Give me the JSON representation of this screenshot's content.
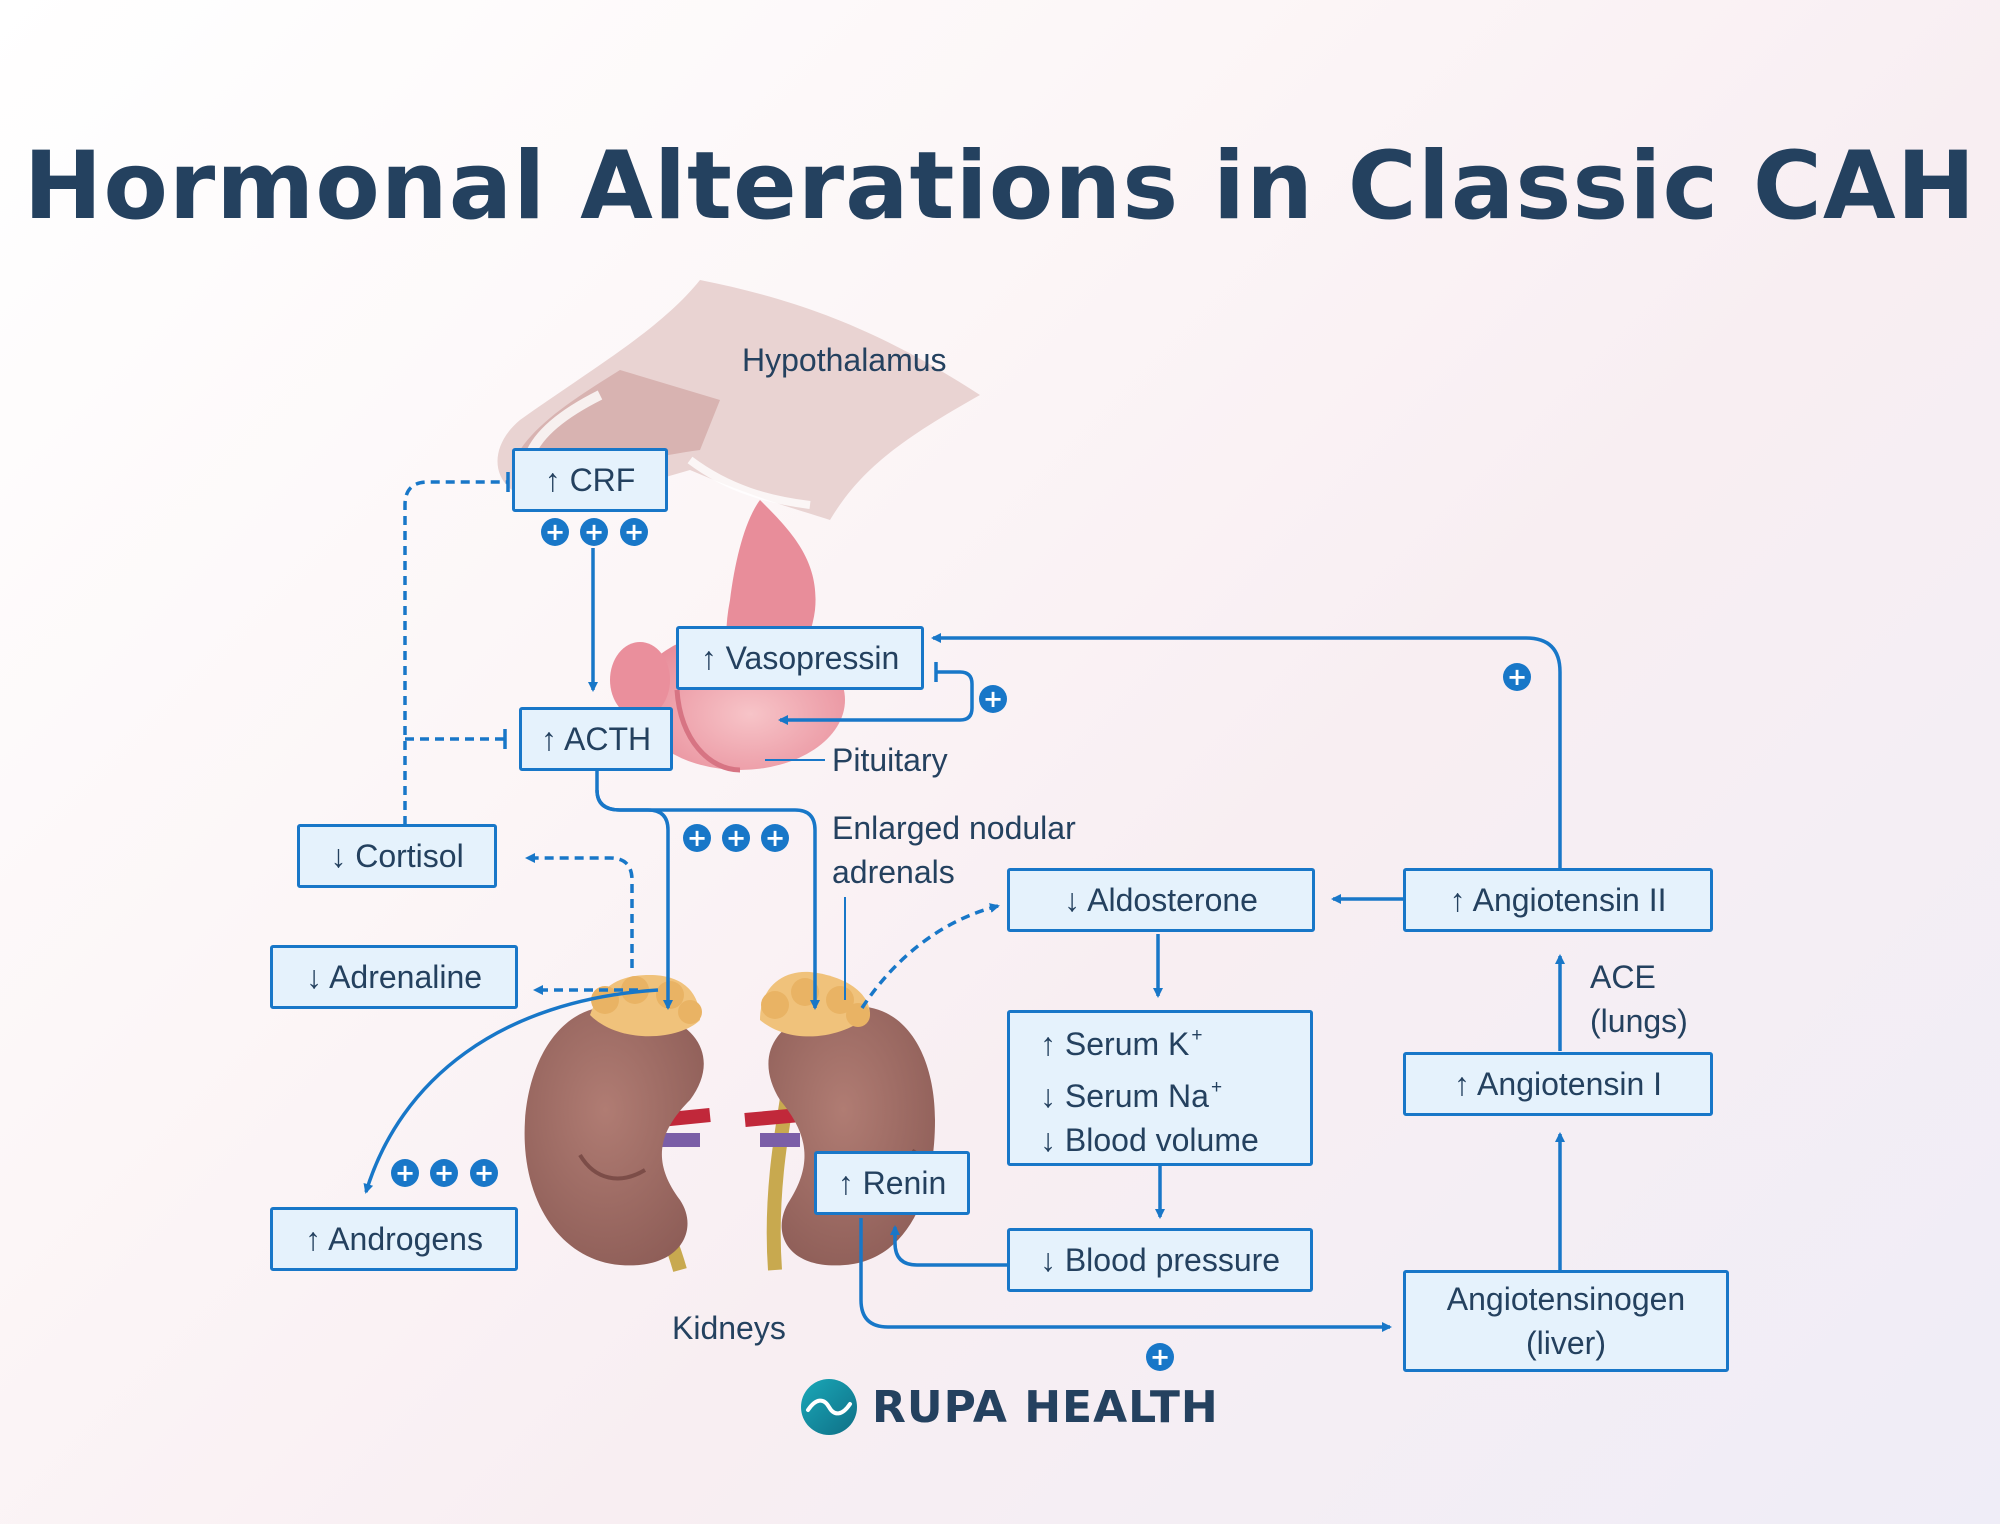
{
  "title": "Hormonal Alterations in Classic CAH",
  "labels": {
    "hypothalamus": "Hypothalamus",
    "pituitary": "Pituitary",
    "enlarged_adrenals_1": "Enlarged nodular",
    "enlarged_adrenals_2": "adrenals",
    "kidneys": "Kidneys",
    "ace_1": "ACE",
    "ace_2": "(lungs)"
  },
  "boxes": {
    "crf": "↑ CRF",
    "vasopressin": "↑ Vasopressin",
    "acth": "↑ ACTH",
    "cortisol": "↓ Cortisol",
    "adrenaline": "↓ Adrenaline",
    "androgens": "↑ Androgens",
    "aldosterone": "↓ Aldosterone",
    "angiotensin_2": "↑ Angiotensin II",
    "angiotensin_1": "↑ Angiotensin I",
    "serum_k": "↑ Serum K",
    "serum_na": "↓ Serum Na",
    "blood_volume": "↓ Blood volume",
    "ion_charge": "+",
    "renin": "↑ Renin",
    "blood_pressure": "↓ Blood pressure",
    "angiotensinogen_1": "Angiotensinogen",
    "angiotensinogen_2": "(liver)"
  },
  "plus_symbol": "+",
  "brand": "RUPA HEALTH",
  "colors": {
    "title": "#24415f",
    "accent": "#1877c8",
    "box_fill": "#e5f2fc",
    "kidney": "#9b6a63",
    "adrenal": "#f0c27b",
    "pituitary": "#eea0ab",
    "brain": "#e3c7c5"
  },
  "icons": [
    "rupa-health-logo-icon",
    "plus-icon"
  ]
}
